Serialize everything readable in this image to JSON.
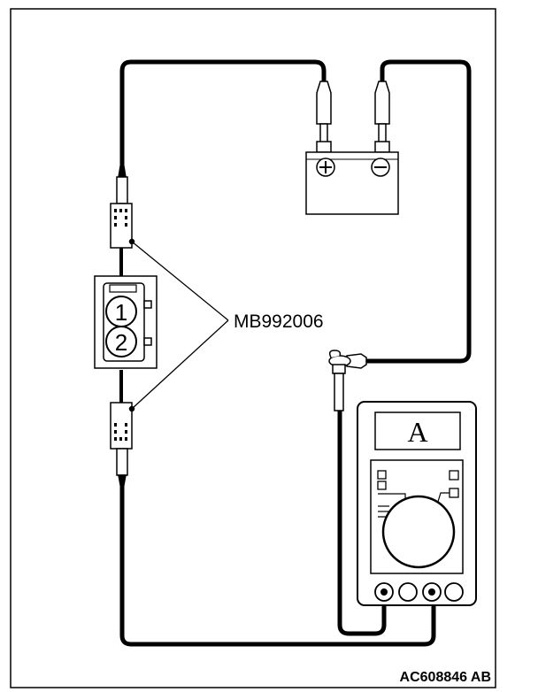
{
  "diagram": {
    "callout_label": "MB992006",
    "figure_id": "AC608846 AB",
    "meter_unit": "A",
    "battery_positive_symbol": "+",
    "battery_negative_symbol": "−",
    "connector_terminal_1": "1",
    "connector_terminal_2": "2"
  },
  "icons": {
    "battery": "battery-icon",
    "multimeter": "multimeter-icon",
    "connector": "connector-icon",
    "test_lead": "test-lead-icon"
  },
  "colors": {
    "line": "#000000",
    "background": "#ffffff"
  }
}
